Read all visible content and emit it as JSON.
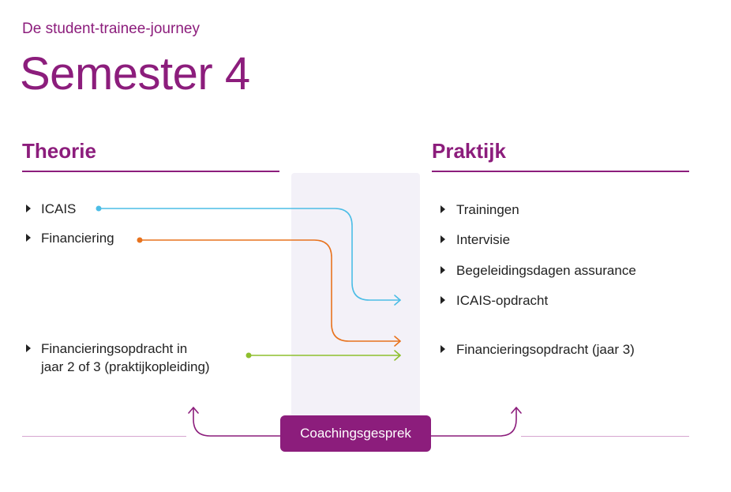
{
  "header": {
    "subtitle": "De student-trainee-journey",
    "title": "Semester 4"
  },
  "theorie": {
    "heading": "Theorie",
    "items": [
      {
        "label": "ICAIS"
      },
      {
        "label": "Financiering"
      },
      {
        "line1": "Financieringsopdracht in",
        "line2": "jaar 2 of 3 (praktijkopleiding)"
      }
    ]
  },
  "praktijk": {
    "heading": "Praktijk",
    "items": [
      {
        "label": "Trainingen"
      },
      {
        "label": "Intervisie"
      },
      {
        "label": "Begeleidingsdagen assurance"
      },
      {
        "label": "ICAIS-opdracht"
      },
      {
        "label": "Financieringsopdracht (jaar 3)"
      }
    ]
  },
  "coaching": {
    "label": "Coachingsgesprek"
  },
  "colors": {
    "brand": "#8c1d7c",
    "icais_connector": "#4cbde6",
    "financiering_connector": "#e8731e",
    "opdracht_connector": "#8ebf2e",
    "band": "#f3f1f8"
  }
}
